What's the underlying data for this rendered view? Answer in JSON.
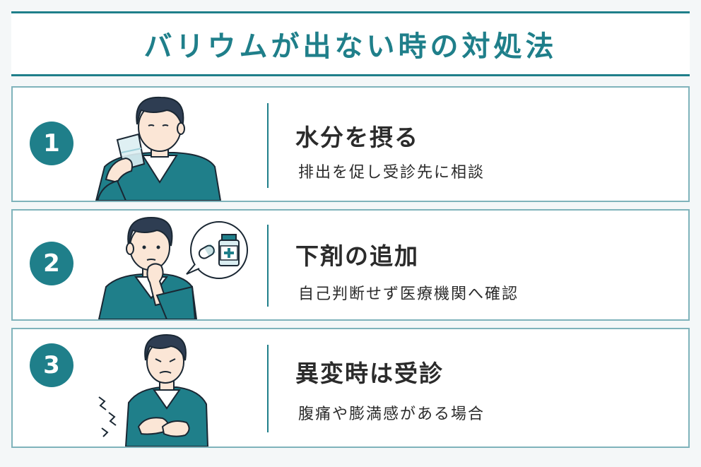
{
  "title": "バリウムが出ない時の対処法",
  "colors": {
    "accent": "#1f7f8a",
    "card_border": "#7fb3bb",
    "text": "#2b2b2b",
    "sweater": "#1f7f8a",
    "hair": "#2e3d52"
  },
  "steps": [
    {
      "number": "1",
      "heading": "水分を摂る",
      "description": "排出を促し受診先に相談",
      "illustration": "man-drinking-water-icon"
    },
    {
      "number": "2",
      "heading": "下剤の追加",
      "description": "自己判断せず医療機関へ確認",
      "illustration": "man-thinking-medicine-icon"
    },
    {
      "number": "3",
      "heading": "異変時は受診",
      "description": "腹痛や膨満感がある場合",
      "illustration": "man-stomach-pain-icon"
    }
  ]
}
